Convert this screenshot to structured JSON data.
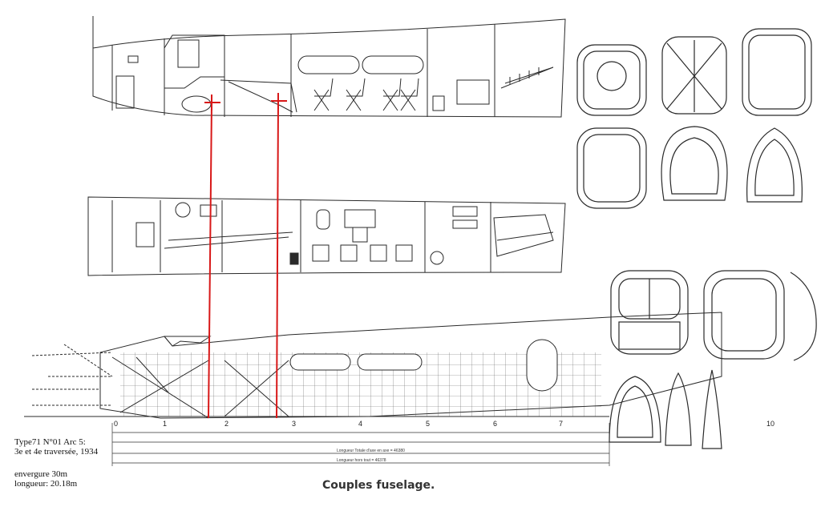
{
  "caption": "Couples fuselage.",
  "notes": {
    "line1": "Type71 N°01 Arc 5:",
    "line2": "3e et 4e traversée, 1934",
    "line3": "envergure 30m",
    "line4": "longueur: 20.18m"
  },
  "station_ticks": [
    "0",
    "1",
    "2",
    "3",
    "4",
    "5",
    "6",
    "7",
    "10"
  ],
  "dimension_labels": {
    "overall_1": "Longueur Totale d'axe en axe = 46380",
    "overall_2": "Longueur hors tout = 46378"
  },
  "colors": {
    "ink": "#2a2a2a",
    "alignment": "#d81818",
    "paper": "#ffffff"
  }
}
